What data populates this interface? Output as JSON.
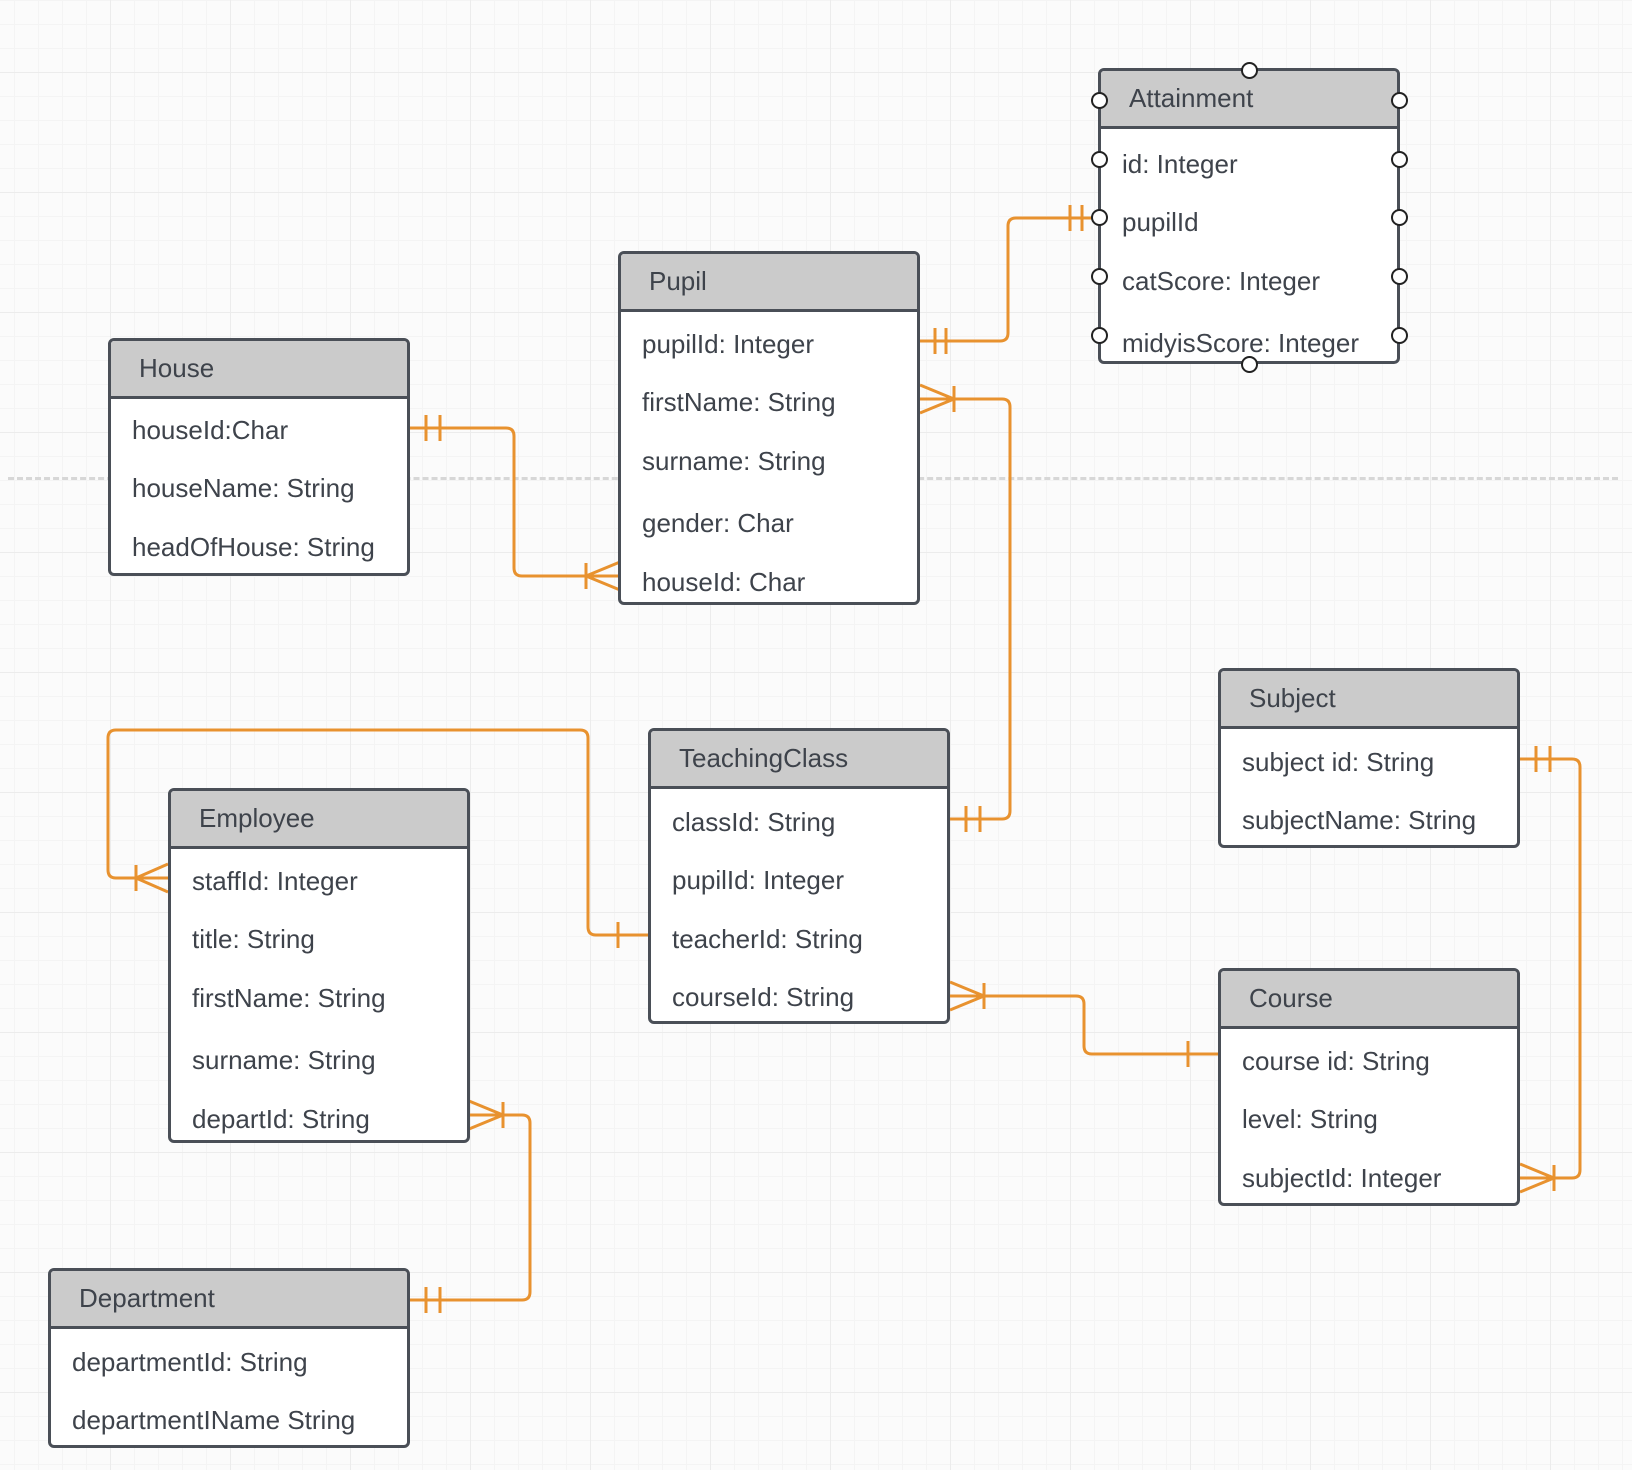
{
  "colors": {
    "connector": "#e8922f",
    "entity_border": "#4a4f57",
    "header_fill": "#cbcbcb",
    "text": "#3e434b"
  },
  "entities": {
    "attainment": {
      "name": "Attainment",
      "fields": [
        "id: Integer",
        "pupilId",
        "catScore: Integer",
        "midyisScore: Integer"
      ],
      "selected": true
    },
    "pupil": {
      "name": "Pupil",
      "fields": [
        "pupilId: Integer",
        "firstName: String",
        "surname: String",
        "gender: Char",
        "houseId: Char"
      ]
    },
    "house": {
      "name": "House",
      "fields": [
        "houseId:Char",
        "houseName: String",
        "headOfHouse: String"
      ]
    },
    "subject": {
      "name": "Subject",
      "fields": [
        "subject id: String",
        "subjectName: String"
      ]
    },
    "teaching_class": {
      "name": "TeachingClass",
      "fields": [
        "classId: String",
        "pupilId: Integer",
        "teacherId: String",
        "courseId: String"
      ]
    },
    "employee": {
      "name": "Employee",
      "fields": [
        "staffId: Integer",
        "title: String",
        "firstName: String",
        "surname: String",
        "departId: String"
      ]
    },
    "course": {
      "name": "Course",
      "fields": [
        "course id: String",
        "level: String",
        "subjectId: Integer"
      ]
    },
    "department": {
      "name": "Department",
      "fields": [
        "departmentId: String",
        "departmentIName String"
      ]
    }
  },
  "relationships": [
    {
      "from": "pupil.pupilId",
      "from_end": "one-and-only-one",
      "to": "attainment.pupilId",
      "to_end": "one-and-only-one"
    },
    {
      "from": "house.houseId",
      "from_end": "one-and-only-one",
      "to": "pupil.houseId",
      "to_end": "one-or-many"
    },
    {
      "from": "teaching_class.classId",
      "from_end": "one-and-only-one",
      "to": "pupil.firstName",
      "to_end": "one-or-many"
    },
    {
      "from": "teaching_class.teacherId",
      "from_end": "one",
      "to": "employee.staffId",
      "to_end": "one-or-many"
    },
    {
      "from": "course.course_id",
      "from_end": "one",
      "to": "teaching_class.courseId",
      "to_end": "one-or-many"
    },
    {
      "from": "subject.subject_id",
      "from_end": "one-and-only-one",
      "to": "course.subjectId",
      "to_end": "one-or-many"
    },
    {
      "from": "department.departmentId",
      "from_end": "one-and-only-one",
      "to": "employee.departId",
      "to_end": "one-or-many"
    }
  ]
}
